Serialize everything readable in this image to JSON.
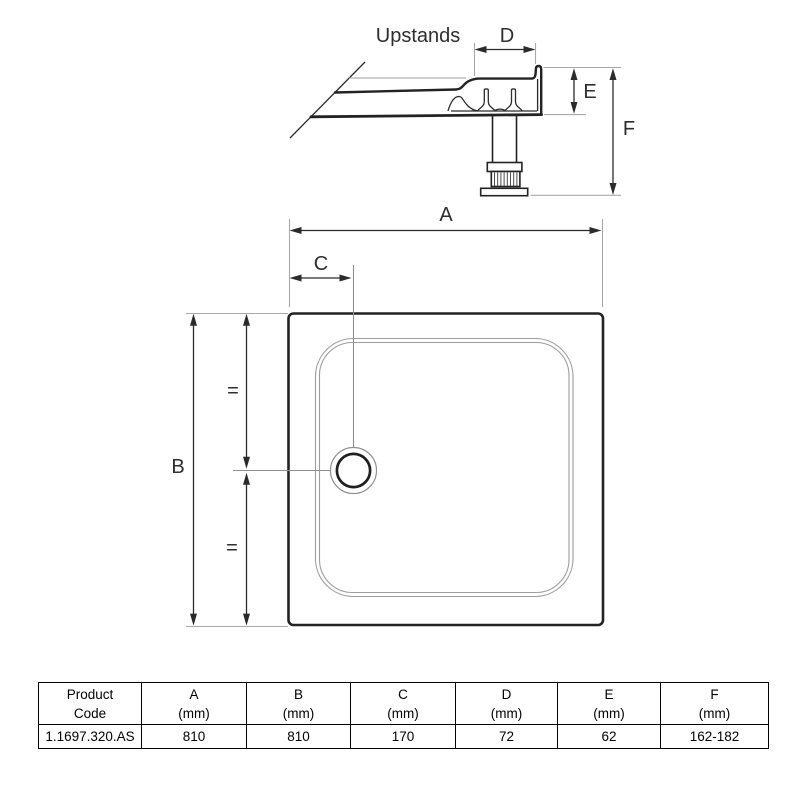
{
  "diagram": {
    "section_label": "Upstands",
    "dim_labels": {
      "A": "A",
      "B": "B",
      "C": "C",
      "D": "D",
      "E": "E",
      "F": "F"
    },
    "equal_mark": "=",
    "colors": {
      "line_dark": "#232323",
      "line_gray": "#a9a9a9",
      "text": "#2e2e2e",
      "background": "#ffffff",
      "table_border": "#000000"
    }
  },
  "table": {
    "product_code_header": [
      "Product",
      "Code"
    ],
    "product_code_value": "1.1697.320.AS",
    "columns": [
      {
        "letter": "A",
        "unit": "(mm)",
        "value": "810"
      },
      {
        "letter": "B",
        "unit": "(mm)",
        "value": "810"
      },
      {
        "letter": "C",
        "unit": "(mm)",
        "value": "170"
      },
      {
        "letter": "D",
        "unit": "(mm)",
        "value": "72"
      },
      {
        "letter": "E",
        "unit": "(mm)",
        "value": "62"
      },
      {
        "letter": "F",
        "unit": "(mm)",
        "value": "162-182"
      }
    ]
  }
}
